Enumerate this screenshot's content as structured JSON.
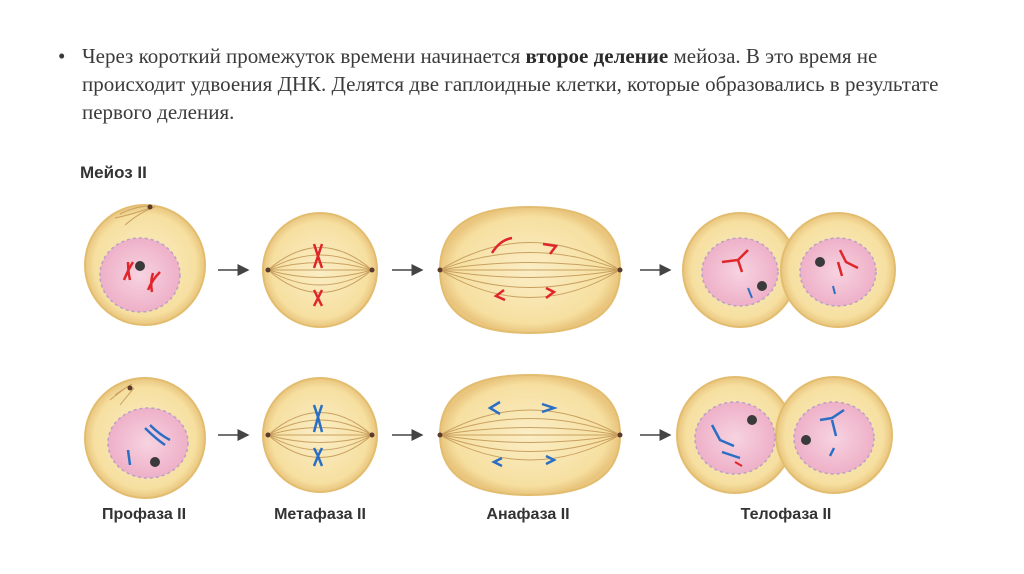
{
  "text": {
    "bullet": "•",
    "part1": "Через короткий промежуток времени начинается ",
    "bold": "второе деление",
    "part2": " мейоза. В это время не происходит удвоения ДНК. Делятся две гаплоидные клетки, которые образовались в результате первого деления."
  },
  "diagram": {
    "title": "Мейоз II",
    "stages": [
      "Профаза II",
      "Метафаза II",
      "Анафаза II",
      "Телофаза II"
    ],
    "colors": {
      "cell": "#f6dfa0",
      "cell_edge": "#e3bd6f",
      "nucleus": "#f2bfd2",
      "chrom_top": "#e0262b",
      "chrom_bottom": "#2b6fc4"
    }
  }
}
